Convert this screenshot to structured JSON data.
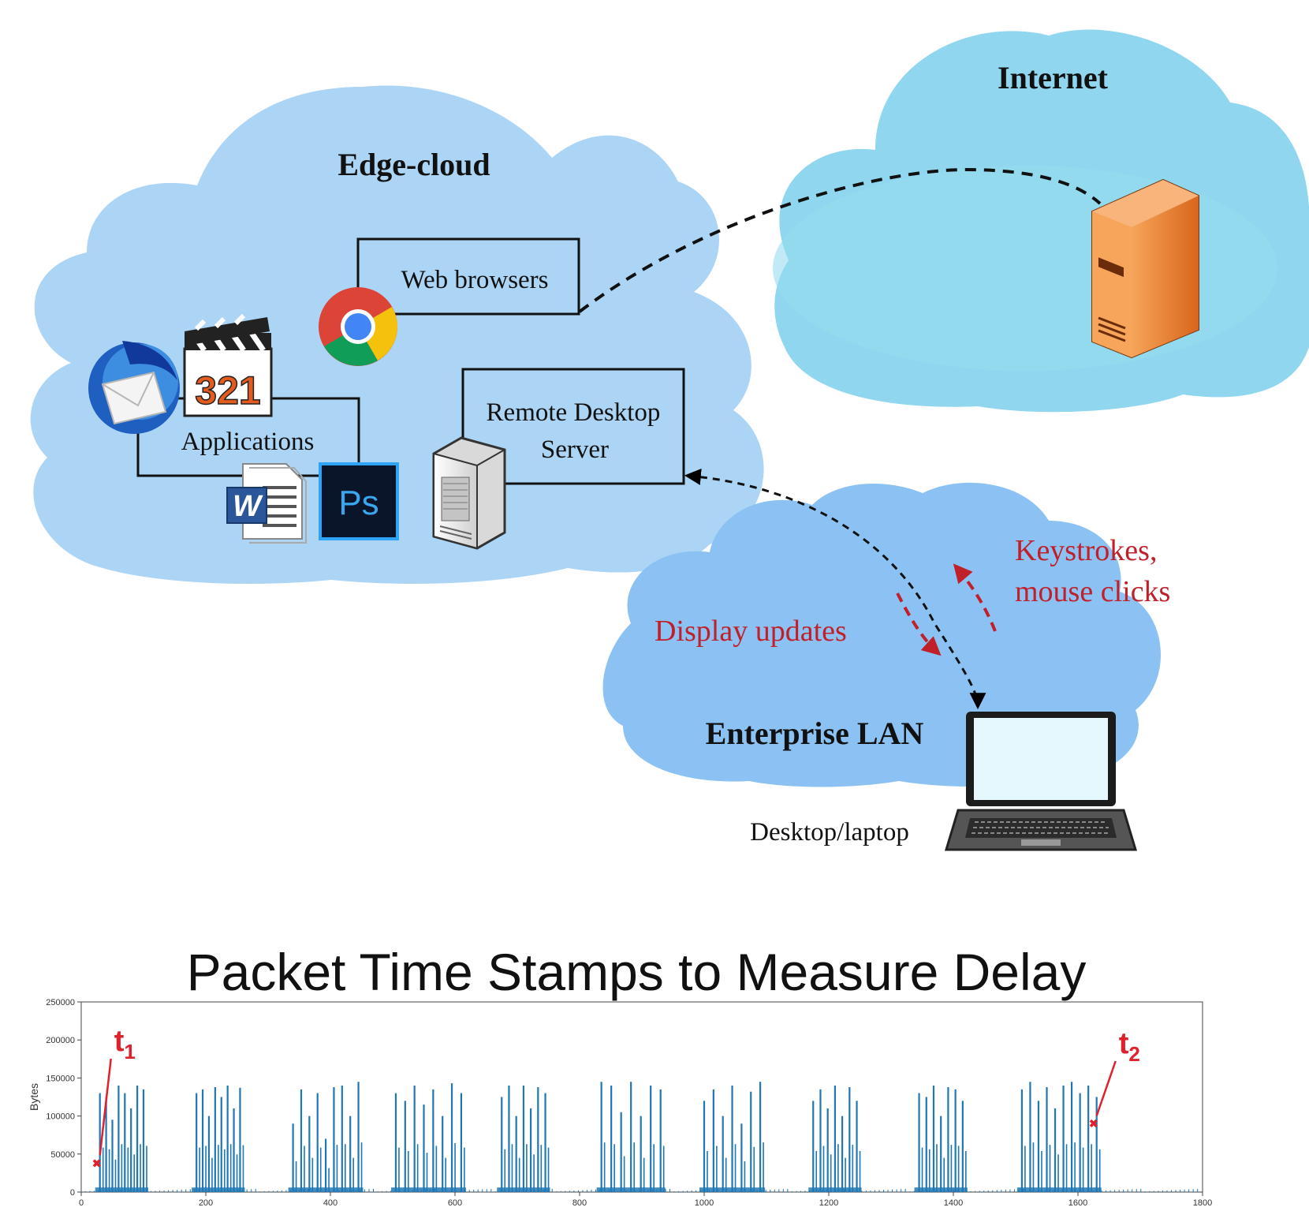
{
  "diagram": {
    "edge_cloud_label": "Edge-cloud",
    "internet_label": "Internet",
    "enterprise_label": "Enterprise LAN",
    "web_browsers_label": "Web browsers",
    "applications_label": "Applications",
    "rds_label_line1": "Remote Desktop",
    "rds_label_line2": "Server",
    "keystrokes_line1": "Keystrokes,",
    "keystrokes_line2": "mouse clicks",
    "display_updates_label": "Display updates",
    "desktop_label": "Desktop/laptop",
    "clapper_digits": "321",
    "ps_text": "Ps",
    "word_text": "W",
    "annotation_color": "#c0202a",
    "edge_cloud_color": "#acd5f5",
    "internet_cloud_color": "#8fd6ee",
    "enterprise_cloud_color": "#8cc2f3"
  },
  "chart_title": "Packet Time Stamps to Measure Delay",
  "chart_data": {
    "type": "bar",
    "title": "Packet Time Stamps to Measure Delay",
    "ylabel": "Bytes",
    "xlabel": "",
    "xlim": [
      0,
      1800
    ],
    "ylim": [
      0,
      250000
    ],
    "x_ticks": [
      0,
      200,
      400,
      600,
      800,
      1000,
      1200,
      1400,
      1600,
      1800
    ],
    "y_ticks": [
      0,
      50000,
      100000,
      150000,
      200000,
      250000
    ],
    "x_tick_labels": [
      "0",
      "200",
      "400",
      "600",
      "800",
      "1000",
      "1200",
      "1400",
      "1600",
      "1800"
    ],
    "y_tick_labels": [
      "0",
      "50000",
      "100000",
      "150000",
      "200000",
      "250000"
    ],
    "bar_color": "#1f77b4",
    "bursts": [
      {
        "start": 30,
        "end": 100,
        "peaks": [
          130000,
          125000,
          95000,
          140000,
          130000,
          110000,
          140000,
          135000
        ]
      },
      {
        "start": 185,
        "end": 255,
        "peaks": [
          130000,
          135000,
          100000,
          138000,
          125000,
          140000,
          110000,
          137000
        ]
      },
      {
        "start": 340,
        "end": 445,
        "peaks": [
          90000,
          135000,
          100000,
          130000,
          70000,
          138000,
          140000,
          100000,
          145000
        ]
      },
      {
        "start": 505,
        "end": 610,
        "peaks": [
          130000,
          120000,
          140000,
          115000,
          135000,
          100000,
          143000,
          130000
        ]
      },
      {
        "start": 675,
        "end": 745,
        "peaks": [
          125000,
          140000,
          100000,
          140000,
          110000,
          138000,
          130000
        ]
      },
      {
        "start": 835,
        "end": 930,
        "peaks": [
          145000,
          140000,
          105000,
          145000,
          100000,
          140000,
          135000
        ]
      },
      {
        "start": 1000,
        "end": 1090,
        "peaks": [
          120000,
          135000,
          100000,
          140000,
          90000,
          132000,
          145000
        ]
      },
      {
        "start": 1175,
        "end": 1245,
        "peaks": [
          120000,
          135000,
          110000,
          140000,
          100000,
          138000,
          120000
        ]
      },
      {
        "start": 1345,
        "end": 1415,
        "peaks": [
          130000,
          125000,
          140000,
          100000,
          138000,
          135000,
          120000
        ]
      },
      {
        "start": 1510,
        "end": 1630,
        "peaks": [
          135000,
          145000,
          120000,
          138000,
          110000,
          140000,
          145000,
          130000,
          140000,
          125000
        ]
      }
    ],
    "markers": [
      {
        "label": "t",
        "subscript": "1",
        "x": 30,
        "y": 38000
      },
      {
        "label": "t",
        "subscript": "2",
        "x": 1630,
        "y": 90000
      }
    ]
  }
}
